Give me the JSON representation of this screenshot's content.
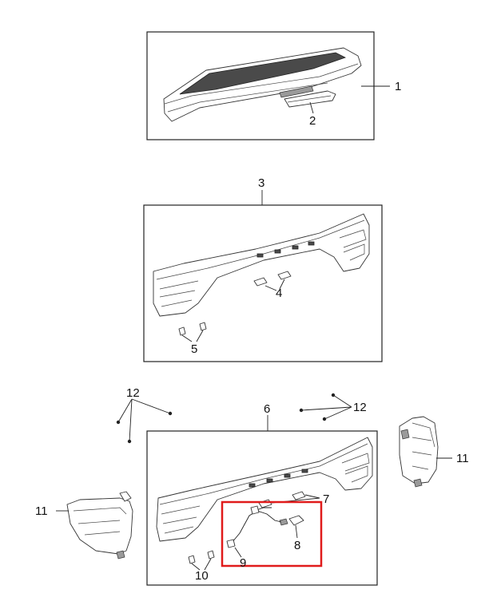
{
  "callouts": {
    "c1": "1",
    "c2": "2",
    "c3": "3",
    "c4": "4",
    "c5": "5",
    "c6": "6",
    "c7": "7",
    "c8": "8",
    "c9": "9",
    "c10": "10",
    "c11_left": "11",
    "c11_right": "11",
    "c12_left": "12",
    "c12_right": "12"
  },
  "highlight_color": "#e01b1b",
  "line_color": "#222222"
}
